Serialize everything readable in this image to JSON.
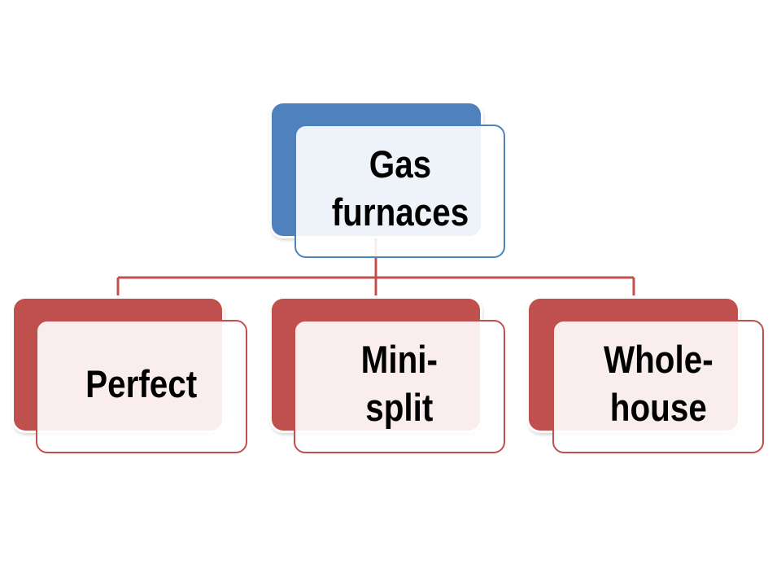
{
  "diagram": {
    "type": "hierarchy",
    "colors": {
      "root_fill": "#4f81bd",
      "root_border": "#4f81bd",
      "child_fill": "#c0504d",
      "child_border": "#c0504d",
      "connector": "#c0504d"
    },
    "root": {
      "label": "Gas\nfurnaces"
    },
    "children": [
      {
        "label": "Perfect"
      },
      {
        "label": "Mini-\nsplit"
      },
      {
        "label": "Whole-\nhouse"
      }
    ],
    "edges": [
      {
        "from": "Gas furnaces",
        "to": "Perfect"
      },
      {
        "from": "Gas furnaces",
        "to": "Mini-split"
      },
      {
        "from": "Gas furnaces",
        "to": "Whole-house"
      }
    ]
  }
}
